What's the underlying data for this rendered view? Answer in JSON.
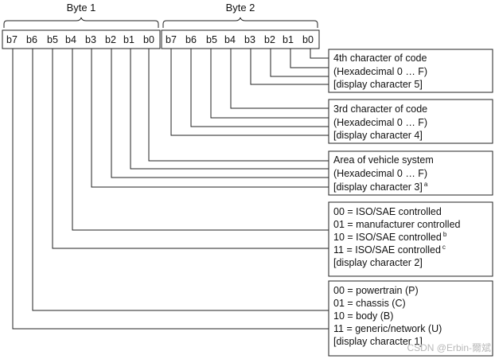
{
  "bytes": [
    {
      "label": "Byte 1",
      "bits": [
        "b7",
        "b6",
        "b5",
        "b4",
        "b3",
        "b2",
        "b1",
        "b0"
      ]
    },
    {
      "label": "Byte 2",
      "bits": [
        "b7",
        "b6",
        "b5",
        "b4",
        "b3",
        "b2",
        "b1",
        "b0"
      ]
    }
  ],
  "boxes": [
    {
      "lines": [
        {
          "text": "4th character of code"
        },
        {
          "text": "(Hexadecimal 0 … F)"
        },
        {
          "text": "[display character 5]"
        }
      ]
    },
    {
      "lines": [
        {
          "text": "3rd character of code"
        },
        {
          "text": "(Hexadecimal 0 … F)"
        },
        {
          "text": "[display character 4]"
        }
      ]
    },
    {
      "lines": [
        {
          "text": "Area of vehicle system"
        },
        {
          "text": "(Hexadecimal 0 … F)"
        },
        {
          "text": "[display character 3]",
          "sup": "a"
        }
      ]
    },
    {
      "lines": [
        {
          "text": "00 = ISO/SAE controlled"
        },
        {
          "text": "01 = manufacturer controlled"
        },
        {
          "text": "10 = ISO/SAE controlled",
          "sup": "b"
        },
        {
          "text": "11 = ISO/SAE controlled",
          "sup": "c"
        },
        {
          "text": "[display character 2]"
        }
      ]
    },
    {
      "lines": [
        {
          "text": "00 = powertrain (P)"
        },
        {
          "text": "01 = chassis (C)"
        },
        {
          "text": "10 = body (B)"
        },
        {
          "text": "11 = generic/network (U)"
        },
        {
          "text": "[display character 1]"
        }
      ]
    }
  ],
  "watermark": "CSDN @Erbin-爾斌"
}
